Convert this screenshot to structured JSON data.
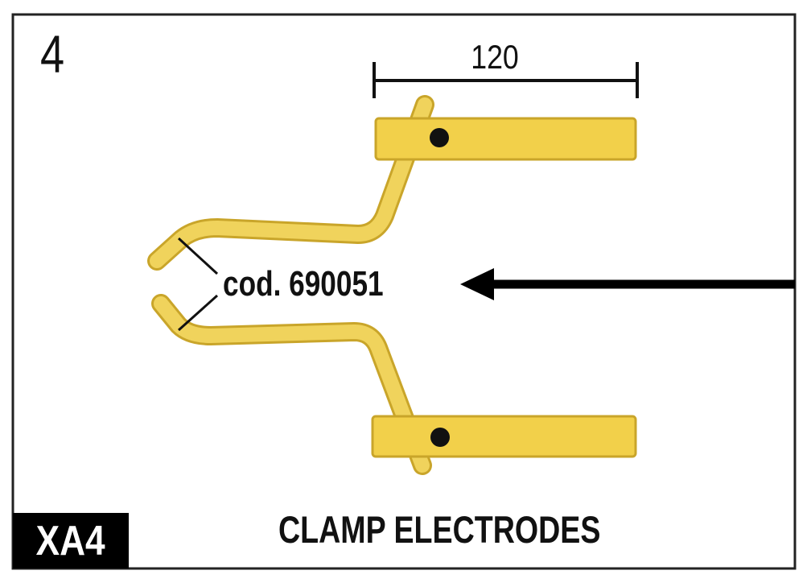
{
  "panel": {
    "number": "4",
    "series_code": "XA4",
    "caption": "CLAMP ELECTRODES"
  },
  "dimension": {
    "value": "120"
  },
  "part": {
    "code_label": "cod. 690051"
  },
  "colors": {
    "electrode_fill": "#f2d04a",
    "electrode_stroke": "#c9a52a",
    "rod_fill": "#f0d35c",
    "ink": "#111111",
    "badge_bg": "#000000",
    "badge_text": "#ffffff"
  }
}
